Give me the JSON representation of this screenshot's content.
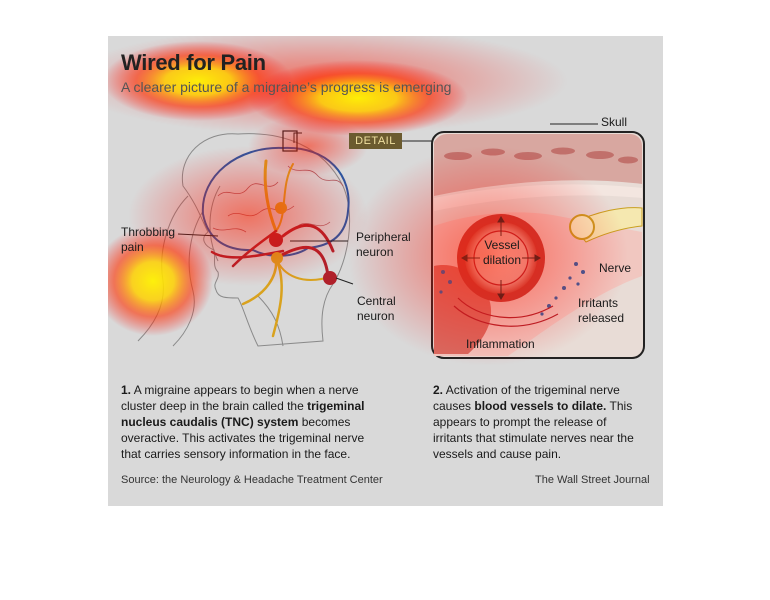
{
  "title": "Wired for Pain",
  "subtitle": "A clearer picture of a migraine’s progress is emerging",
  "detail_tag": "DETAIL",
  "labels": {
    "throbbing_pain_1": "Throbbing",
    "throbbing_pain_2": "pain",
    "peripheral_neuron_1": "Peripheral",
    "peripheral_neuron_2": "neuron",
    "central_neuron_1": "Central",
    "central_neuron_2": "neuron",
    "skull": "Skull",
    "vessel_dilation_1": "Vessel",
    "vessel_dilation_2": "dilation",
    "nerve": "Nerve",
    "irritants_1": "Irritants",
    "irritants_2": "released",
    "inflammation": "Inflammation"
  },
  "step1": {
    "num": "1.",
    "a": " A migraine appears to begin when a nerve cluster deep in the brain called the ",
    "b": "trigeminal nucleus caudalis (TNC) system",
    "c": " becomes overactive. This activates the trigeminal nerve that carries sensory information in the face."
  },
  "step2": {
    "num": "2.",
    "a": " Activation of the trigeminal nerve causes ",
    "b": "blood vessels to dilate.",
    "c": " This appears to prompt the release of irritants that stimulate nerves near the vessels and cause pain."
  },
  "source": "Source: the Neurology & Headache Treatment Center",
  "credit": "The Wall Street Journal",
  "colors": {
    "panel_bg": "#d9d9d9",
    "brain_outline": "#2a55a0",
    "neuron_red": "#b0202a",
    "neuron_yellow": "#d9a21e",
    "detail_bg": "#6b5b2f",
    "heat_yellow": "#fff200",
    "heat_red": "#ff2200"
  }
}
